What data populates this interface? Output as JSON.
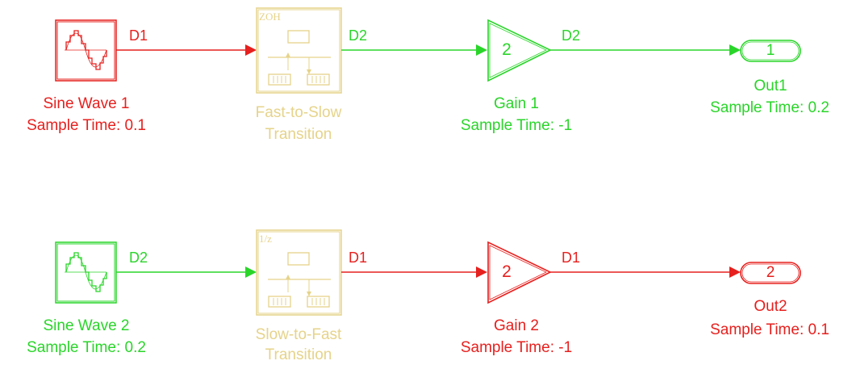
{
  "colors": {
    "fast": "#e6201e",
    "slow": "#2ad52a",
    "transition": "#e6d38a"
  },
  "rows": [
    {
      "source": {
        "name": "Sine Wave 1",
        "sample": "Sample Time: 0.1",
        "rate": "fast"
      },
      "signal_in": "D1",
      "transition": {
        "tag": "ZOH",
        "name_line1": "Fast-to-Slow",
        "name_line2": "Transition"
      },
      "signal_mid": "D2",
      "gain": {
        "value": "2",
        "name": "Gain 1",
        "sample": "Sample Time: -1",
        "rate": "slow"
      },
      "signal_out": "D2",
      "outport": {
        "number": "1",
        "name": "Out1",
        "sample": "Sample Time: 0.2",
        "rate": "slow"
      }
    },
    {
      "source": {
        "name": "Sine Wave 2",
        "sample": "Sample Time: 0.2",
        "rate": "slow"
      },
      "signal_in": "D2",
      "transition": {
        "tag": "1/z",
        "name_line1": "Slow-to-Fast",
        "name_line2": "Transition"
      },
      "signal_mid": "D1",
      "gain": {
        "value": "2",
        "name": "Gain 2",
        "sample": "Sample Time: -1",
        "rate": "fast"
      },
      "signal_out": "D1",
      "outport": {
        "number": "2",
        "name": "Out2",
        "sample": "Sample Time: 0.1",
        "rate": "fast"
      }
    }
  ]
}
